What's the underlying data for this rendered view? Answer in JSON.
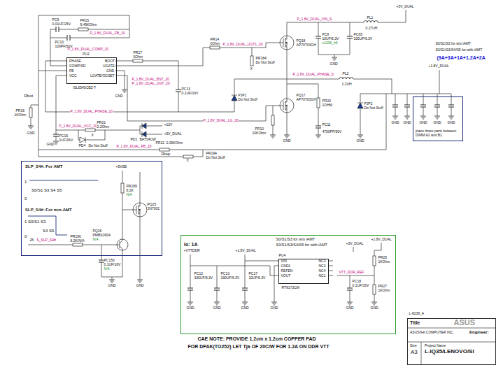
{
  "diagram": {
    "nodes": [
      {
        "text": [
          "PU2",
          "PHASE",
          "COMP/SD",
          "FB",
          "VCC",
          "BOOT",
          "UGATE",
          "GND",
          "LGATE/OCSET",
          "ISL6545CBZ-T"
        ]
      },
      {
        "text": [
          "SLP_S4#: For AMT",
          "1",
          "S0/S1 S3 S4 S5",
          "0",
          "SLP_S4#: For non-AMT",
          "1 S0/S1 S3",
          "S4 S5",
          "0"
        ]
      },
      {
        "text": [
          "Io: 1A",
          "S0/S1/S3 for w/o iAMT",
          "S0/S1/S3/S4/S5 for with iAMT"
        ]
      },
      {
        "text": [
          "PU4",
          "VIN",
          "GND1",
          "REFEN",
          "VOUT",
          "NC3",
          "NC2",
          "NC4",
          "NC1",
          "RT9173CM"
        ],
        "in": 2
      },
      {
        "text": [
          "place those parts between DIMM A2 and B1"
        ]
      },
      {
        "text": [
          "Title",
          "ASUSTek COMPUTER INC.",
          "Engineer:",
          "Size",
          "Project Name",
          "A3",
          "L-IQ35/LENOVO/SI"
        ]
      }
    ],
    "labels": [
      "PC9",
      "0.01UF/25V",
      "PR15",
      "9.49KOhm",
      "P_1.8V_DUAL_FB_10",
      "PC10",
      "100PF/50V",
      "P_1.8V_DUAL_COMP_10",
      "PR17",
      "0Ohm",
      "P_1.8V_DUAL_BST_20",
      "P_1.8V_DUAL_UGT_20",
      "GND",
      "PC13",
      "0.1UF/16V",
      "P_1.8V_DUAL_PHASE_20",
      "P_1.8V_DUAL_LG_20",
      "PR14",
      "0Ohm",
      "P_1.8V_DUAL_UGT1_20",
      "PR184",
      "Do Not Stuff",
      "X",
      "P_1.8V_DUAL_VIN_S",
      "PQ18",
      "AP70T03GH",
      "PC8",
      "10UF/6.3V",
      "c1206_h9",
      "PC65",
      "330UF/6.3V",
      "PL1",
      "0.27UH",
      "+5V_DUAL",
      "P_1.8V_DUAL_PHASE_S",
      "PL2",
      "1.1UH",
      "+1.8V_DUAL",
      "S0/S1/S3 for w/o iAMT",
      "S0/S1/S3/S4/S5 for with iAMT",
      "(9A+3A+1A+1.2A+2A",
      "PJP1",
      "Do Not Stuff",
      "PQ17",
      "AP70T03GH",
      "PR20",
      "1OHM",
      "PR10",
      "10KOhm",
      "PC11",
      "4700PF/50V",
      "PJP2",
      "Do Not Stuff",
      "GND",
      "GND",
      "GND",
      "GND",
      "GND",
      "GND",
      "GND",
      "GND",
      "Rbot",
      "PR16",
      "1KOhm",
      "P_1.8V_DUAL_VCC_20",
      "PC15",
      "1UF/16V",
      "PR21",
      "2.2Ohm",
      "+12V",
      "+5V_DUAL",
      "PD1",
      "BAT54CW",
      "PD4",
      "Do Not Stuff",
      "X",
      "P_1.8V_DUAL_FB_10",
      "PR22",
      "2.05KOhm",
      "Rtop",
      "PR194",
      "Do Not Stuff",
      "X",
      "GND",
      "GND",
      "+5VSB",
      "PR189",
      "8.2K",
      "N/A",
      "PQ25",
      "2N7002",
      "PQ26",
      "PMBS3904",
      "N/A",
      "26",
      "S_SLP_S4#",
      "PR190",
      "8.2K/N/A",
      "PC150",
      "0.1UF/16V",
      "N/A",
      "GND",
      "GND",
      "+VTTDDR",
      "+1.8V_DUAL",
      "+3V_DUAL",
      "+1.8V_DUAL",
      "VTT_DDR_REF",
      "PR25",
      "1KOhm",
      "PR27",
      "1KOhm",
      "PC12",
      "330UF/6.3V",
      "PC13",
      "330UF/6.3V",
      "PC17",
      "10UF/6.3V",
      "PC18",
      "0.1UF/16V",
      "GND",
      "GND",
      "GND",
      "GND",
      "GND",
      "GND",
      "CAE NOTE: PROVIDE 1.2cm x 1.2cm COPPER PAD",
      "FOR DPAK(TO252) LET Tja OF 20C/W FOR 1.2A ON DDR VTT",
      "L-8238_A",
      "ASUS"
    ]
  }
}
